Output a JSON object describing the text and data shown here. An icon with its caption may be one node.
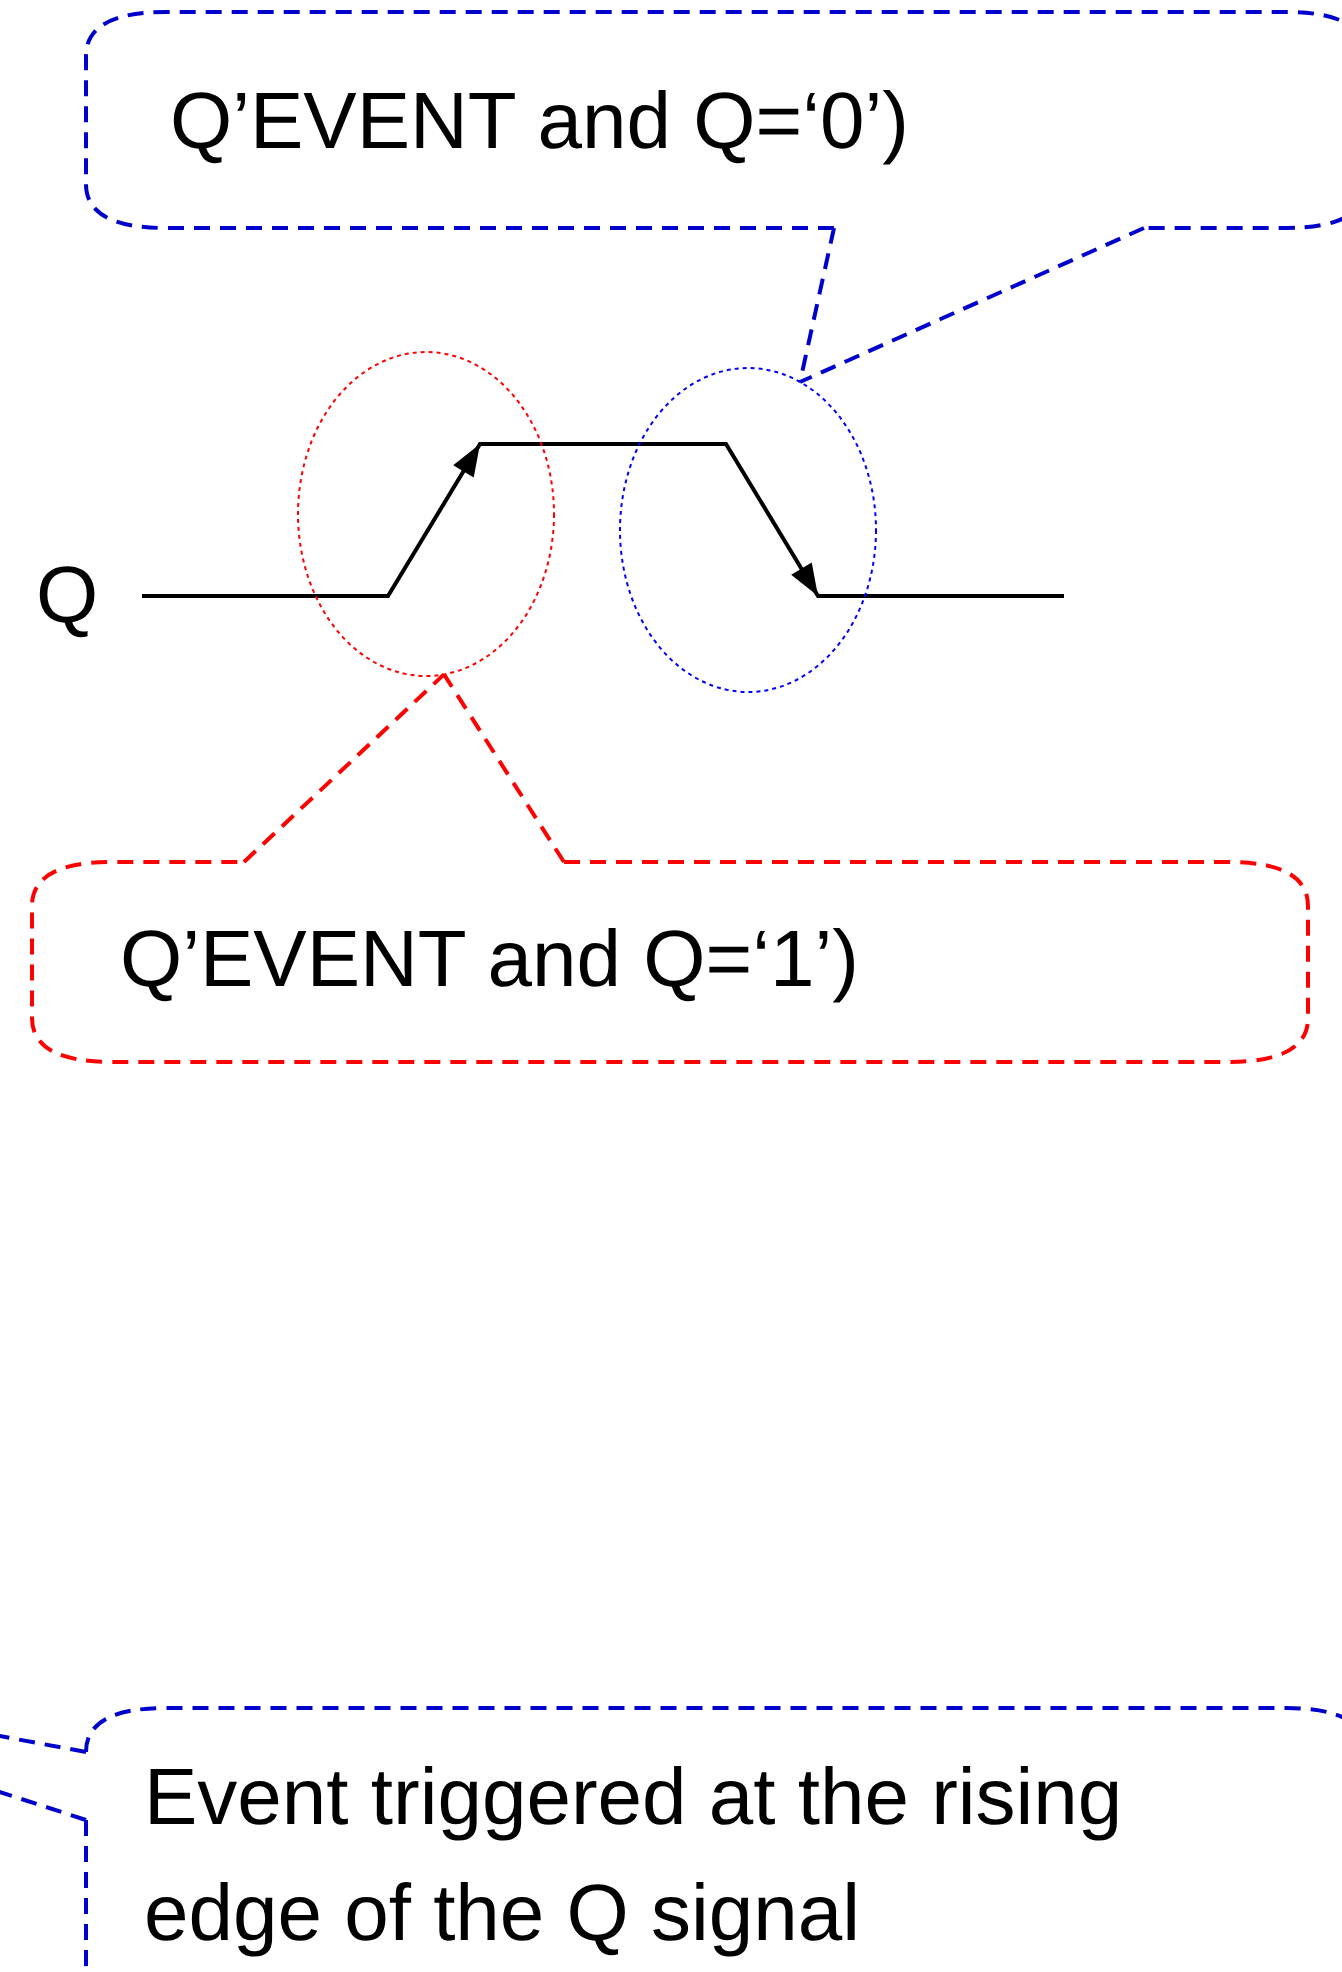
{
  "diagram": {
    "nodes": [
      {
        "text": [
          "Q’EVENT and Q=‘0’)"
        ]
      },
      {
        "text": [],
        "shape": "circle"
      },
      {
        "text": [],
        "shape": "circle"
      },
      {
        "text": [
          "Q’EVENT and Q=‘1’)"
        ]
      },
      {
        "text": [
          "Event triggered at the rising edge of the Q signal"
        ]
      }
    ],
    "edges": [
      {
        "from": 0,
        "to": 2,
        "arrow": "none",
        "style": "dashed",
        "color": "#0000cc"
      },
      {
        "from": 3,
        "to": 1,
        "arrow": "none",
        "style": "dashed",
        "color": "#ff0000"
      },
      {
        "from": 4,
        "to": null,
        "arrow": "none",
        "style": "dashed",
        "color": "#0000cc"
      }
    ],
    "labels": [
      "Q"
    ]
  }
}
